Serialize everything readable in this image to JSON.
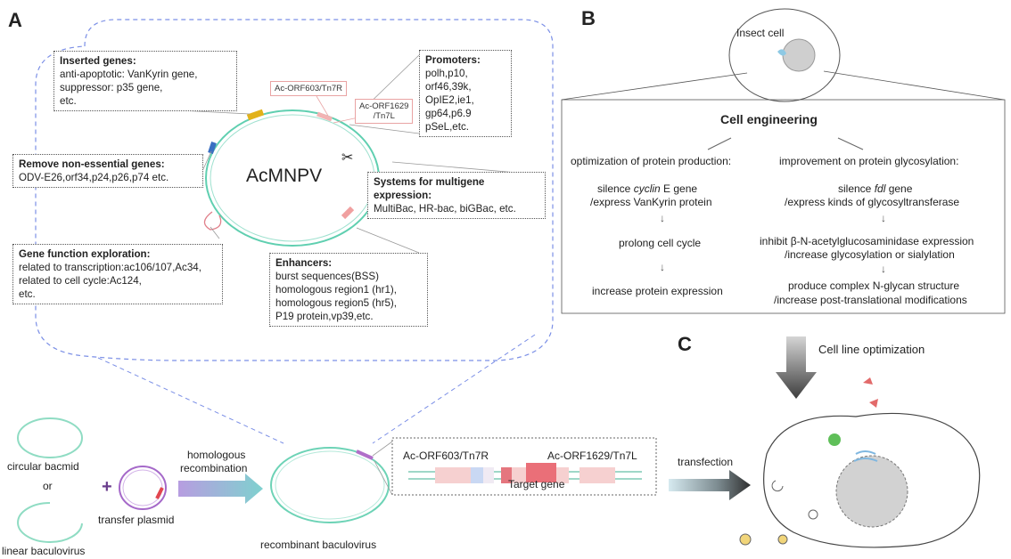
{
  "panels": {
    "a": "A",
    "b": "B",
    "c": "C"
  },
  "plasmid": {
    "name": "AcMNPV",
    "orf603": "Ac-ORF603/Tn7R",
    "orf1629_line1": "Ac-ORF1629",
    "orf1629_line2": "/Tn7L"
  },
  "inserted_genes": {
    "title": "Inserted genes:",
    "lines": [
      "anti-apoptotic: VanKyrin gene,",
      "suppressor: p35 gene,",
      "etc."
    ]
  },
  "promoters": {
    "title": "Promoters:",
    "lines": [
      "polh,p10,",
      "orf46,39k,",
      "OpIE2,ie1,",
      "gp64,p6.9",
      "pSeL,etc."
    ]
  },
  "remove_genes": {
    "title": "Remove non-essential genes:",
    "lines": [
      "ODV-E26,orf34,p24,p26,p74 etc."
    ]
  },
  "multigene": {
    "title1": "Systems for multigene",
    "title2": "expression:",
    "lines": [
      "MultiBac, HR-bac, biGBac, etc."
    ]
  },
  "gene_function": {
    "title": "Gene function exploration:",
    "lines": [
      "related to transcription:ac106/107,Ac34,",
      "related to cell cycle:Ac124,",
      "etc."
    ]
  },
  "enhancers": {
    "title": "Enhancers:",
    "lines": [
      "burst sequences(BSS)",
      "homologous region1 (hr1),",
      "homologous region5 (hr5),",
      "P19 protein,vp39,etc."
    ]
  },
  "bottom": {
    "circular_bacmid": "circular bacmid",
    "or": "or",
    "linear_baculovirus": "linear baculovirus",
    "plus": "+",
    "transfer_plasmid": "transfer plasmid",
    "homologous_1": "homologous",
    "homologous_2": "recombination",
    "recombinant": "recombinant baculovirus",
    "target_orf603": "Ac-ORF603/Tn7R",
    "target_orf1629": "Ac-ORF1629/Tn7L",
    "target_gene": "Target gene",
    "transfection": "transfection"
  },
  "cell": {
    "insect_cell": "Insect cell",
    "title": "Cell engineering",
    "left_head": "optimization of protein production:",
    "left_1a_pre": "silence ",
    "left_1a_em": "cyclin",
    "left_1a_post": " E gene",
    "left_1b": "/express VanKyrin protein",
    "left_2": "prolong cell cycle",
    "left_3": "increase protein expression",
    "right_head": "improvement on protein glycosylation:",
    "right_1a_pre": "silence ",
    "right_1a_em": "fdl",
    "right_1a_post": " gene",
    "right_1b": "/express kinds of glycosyltransferase",
    "right_2a": "inhibit  β-N-acetylglucosaminidase expression",
    "right_2b": "/increase glycosylation or sialylation",
    "right_3a": "produce complex N-glycan structure",
    "right_3b": "/increase post-translational modifications",
    "arrow_down": "↓",
    "cell_line": "Cell line optimization"
  },
  "colors": {
    "ring": "#4cc3a8",
    "dash": "#7b8fe6",
    "red": "#e06f78",
    "arrow_dark": "#3a3a3a"
  }
}
